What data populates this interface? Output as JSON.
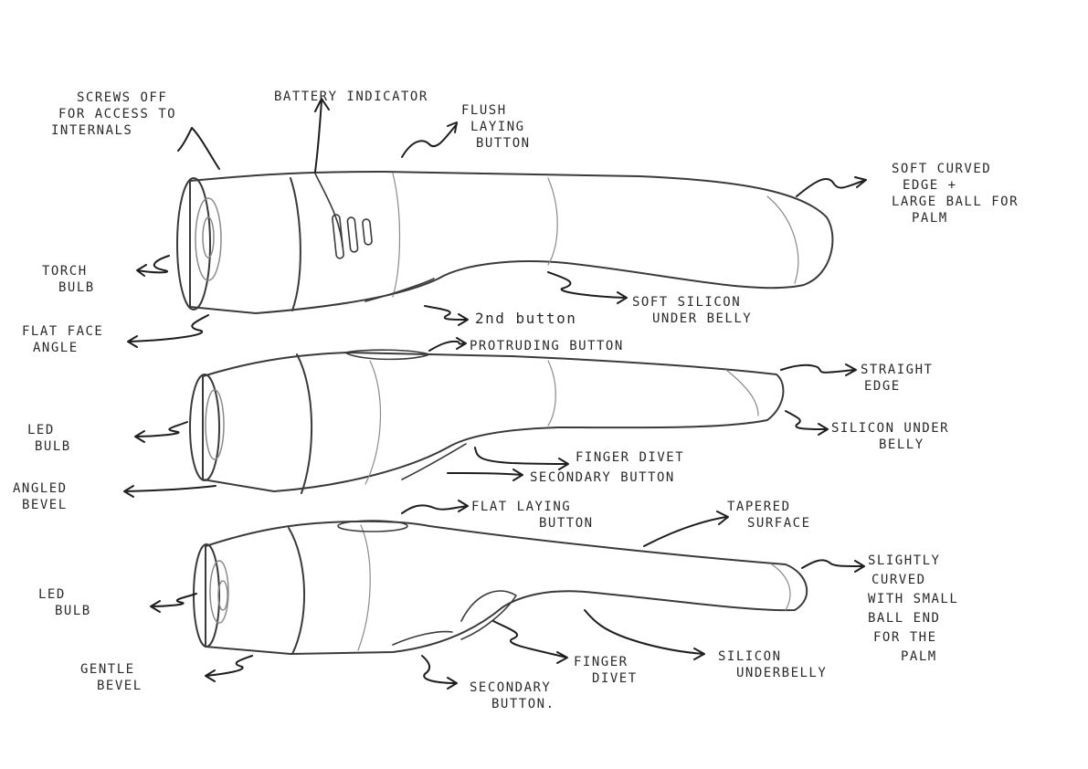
{
  "sketches": [
    {
      "annotations": {
        "screws": [
          "SCREWS OFF",
          "FOR ACCESS TO",
          "INTERNALS"
        ],
        "battery": [
          "BATTERY INDICATOR"
        ],
        "flush": [
          "FLUSH",
          "LAYING",
          "BUTTON"
        ],
        "soft_curved": [
          "SOFT CURVED",
          "EDGE +",
          "LARGE BALL FOR",
          "PALM"
        ],
        "torch_bulb": [
          "TORCH",
          "BULB"
        ],
        "flat_face": [
          "FLAT FACE",
          "ANGLE"
        ],
        "second_button": [
          "2nd button"
        ],
        "soft_silicon": [
          "SOFT SILICON",
          "UNDER BELLY"
        ]
      }
    },
    {
      "annotations": {
        "protruding": [
          "PROTRUDING BUTTON"
        ],
        "straight_edge": [
          "STRAIGHT",
          "EDGE"
        ],
        "led_bulb": [
          "LED",
          "BULB"
        ],
        "silicon_under": [
          "SILICON UNDER",
          "BELLY"
        ],
        "finger_divet": [
          "FINGER DIVET"
        ],
        "secondary": [
          "SECONDARY BUTTON"
        ],
        "angled_bevel": [
          "ANGLED",
          "BEVEL"
        ]
      }
    },
    {
      "annotations": {
        "flat_laying": [
          "FLAT LAYING",
          "BUTTON"
        ],
        "tapered": [
          "TAPERED",
          "SURFACE"
        ],
        "slightly_curved": [
          "SLIGHTLY",
          "CURVED",
          "WITH SMALL",
          "BALL END",
          "FOR THE",
          "PALM"
        ],
        "led_bulb": [
          "LED",
          "BULB"
        ],
        "gentle_bevel": [
          "GENTLE",
          "BEVEL"
        ],
        "finger_divet": [
          "FINGER",
          "DIVET"
        ],
        "silicon_underbelly": [
          "SILICON",
          "UNDERBELLY"
        ],
        "secondary": [
          "SECONDARY",
          "BUTTON."
        ]
      }
    }
  ]
}
